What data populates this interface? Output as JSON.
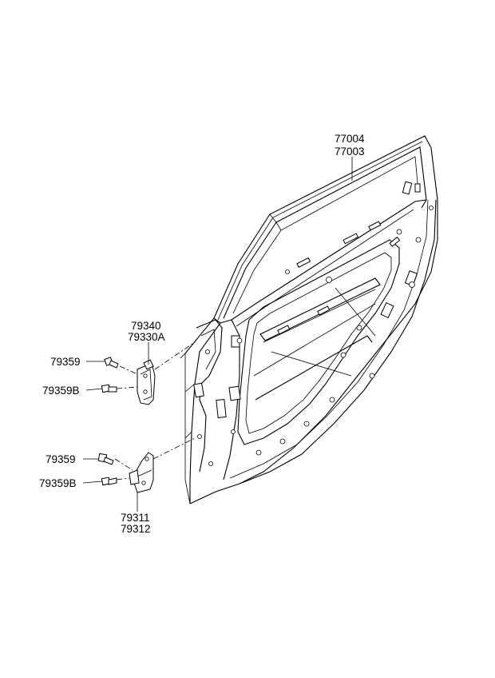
{
  "labels": {
    "door_a": "77004",
    "door_b": "77003",
    "upper_hinge_a": "79340",
    "upper_hinge_b": "79330A",
    "bolt_upper_1": "79359",
    "bolt_upper_2": "79359B",
    "bolt_lower_1": "79359",
    "bolt_lower_2": "79359B",
    "lower_hinge_a": "79311",
    "lower_hinge_b": "79312"
  }
}
